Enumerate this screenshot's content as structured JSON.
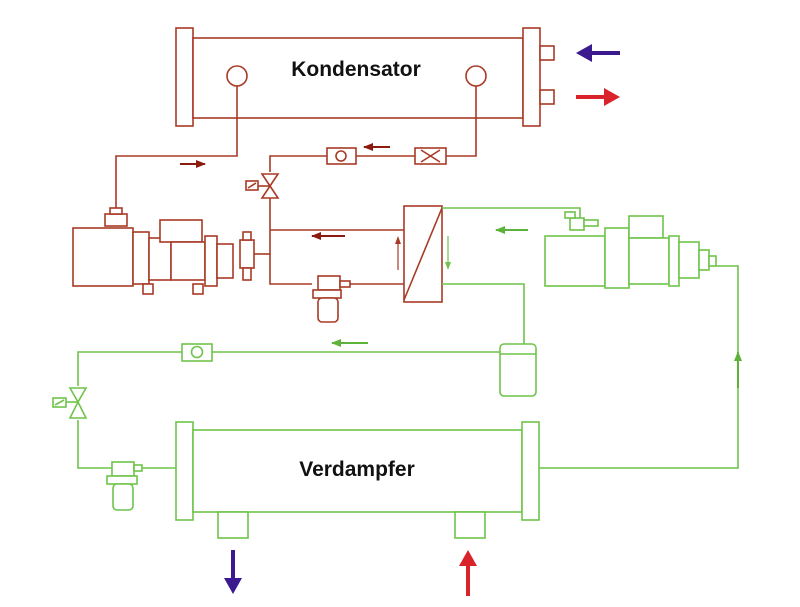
{
  "labels": {
    "condenser": "Kondensator",
    "evaporator": "Verdampfer"
  },
  "colors": {
    "hot_circuit": "#a83a26",
    "cold_circuit": "#6fc34a",
    "water_out": "#3b1a8f",
    "water_in": "#d8232a",
    "flow_arrow_hot": "#8b1a10",
    "flow_arrow_cold": "#5db33a"
  },
  "icons": [
    "flow-arrow",
    "expansion-valve",
    "sight-glass",
    "filter-drier",
    "compressor",
    "heat-exchanger",
    "receiver",
    "solenoid-valve"
  ]
}
